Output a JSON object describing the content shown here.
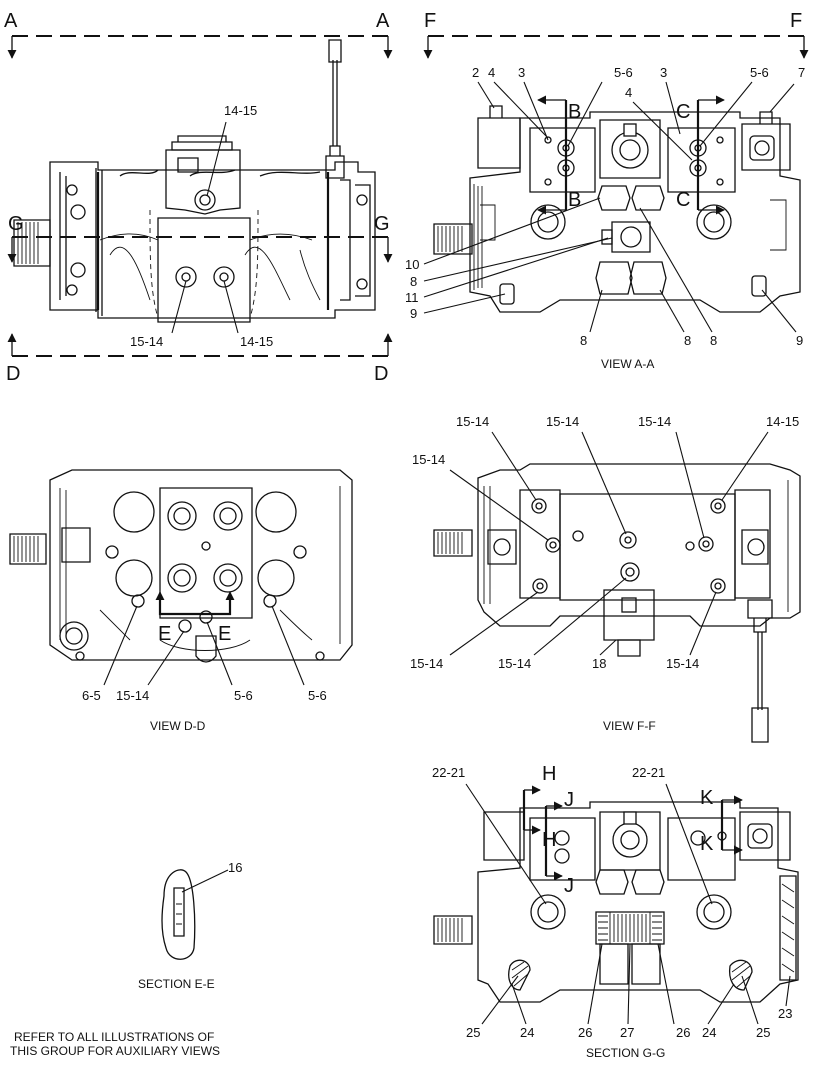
{
  "section_letters": {
    "a_left": "A",
    "a_right": "A",
    "f_left": "F",
    "f_right": "F",
    "d_left": "D",
    "d_right": "D",
    "g_left": "G",
    "g_right": "G",
    "b_top": "B",
    "b_bottom": "B",
    "c_top": "C",
    "c_bottom": "C",
    "e_left": "E",
    "e_right": "E",
    "h_top": "H",
    "h_bottom": "H",
    "j_top": "J",
    "j_bottom": "J",
    "k_top": "K",
    "k_bottom": "K"
  },
  "view_top_left": {
    "callouts": {
      "top": "14-15",
      "bottom_left": "15-14",
      "bottom_right": "14-15"
    }
  },
  "view_a": {
    "caption": "VIEW A-A",
    "callouts": {
      "c2": "2",
      "c4a": "4",
      "c3a": "3",
      "c56a": "5-6",
      "c3b": "3",
      "c56b": "5-6",
      "c7": "7",
      "c4b": "4",
      "c10": "10",
      "c8a": "8",
      "c11": "11",
      "c9a": "9",
      "c8b": "8",
      "c8c": "8",
      "c8d": "8",
      "c9b": "9"
    }
  },
  "view_d": {
    "caption": "VIEW D-D",
    "callouts": {
      "c65": "6-5",
      "c1514": "15-14",
      "c56a": "5-6",
      "c56b": "5-6"
    }
  },
  "view_f": {
    "caption": "VIEW F-F",
    "callouts": {
      "t1": "15-14",
      "t2": "15-14",
      "t3": "15-14",
      "t4": "14-15",
      "t5": "15-14",
      "b1": "15-14",
      "b2": "15-14",
      "b3": "18",
      "b4": "15-14"
    }
  },
  "section_e": {
    "caption": "SECTION E-E",
    "callouts": {
      "c16": "16"
    }
  },
  "section_g": {
    "caption": "SECTION G-G",
    "callouts": {
      "c2221a": "22-21",
      "c2221b": "22-21",
      "c23": "23",
      "c25a": "25",
      "c24a": "24",
      "c26a": "26",
      "c27": "27",
      "c26b": "26",
      "c24b": "24",
      "c25b": "25"
    }
  },
  "footnote": {
    "line1": "REFER TO ALL ILLUSTRATIONS OF",
    "line2": "THIS GROUP FOR AUXILIARY VIEWS"
  }
}
